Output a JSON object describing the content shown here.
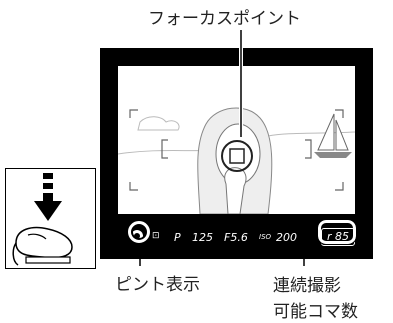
{
  "labels": {
    "focus_point": "フォーカスポイント",
    "focus_indicator": "ピント表示",
    "burst_line1": "連続撮影",
    "burst_line2": "可能コマ数"
  },
  "viewfinder_status": {
    "metering_icon": "matrix-metering-icon",
    "mode": "P",
    "shutter": "125",
    "aperture": "F5.6",
    "iso_label": "ISO",
    "iso": "200",
    "remaining": "r 85"
  },
  "colors": {
    "viewfinder_frame": "#000000",
    "display_text": "#ffffff"
  }
}
